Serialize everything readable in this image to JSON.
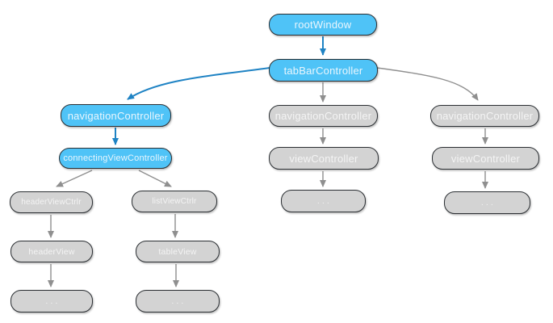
{
  "title": "view controller hierarchy diagram",
  "colors": {
    "background": "#ffffff",
    "node_blue": "#4fc3f7",
    "node_gray": "#d3d3d3",
    "node_border": "#2b2f33",
    "text_on_blue": "#eaf6fd",
    "text_on_gray": "#f4f4f4",
    "arrow_blue": "#1f83c4",
    "arrow_gray": "#8f8f8f"
  },
  "nodes": {
    "root_window": {
      "label": "rootWindow",
      "color": "blue"
    },
    "tab_bar_controller": {
      "label": "tabBarController",
      "color": "blue"
    },
    "navigation_controller_left": {
      "label": "navigationController",
      "color": "blue"
    },
    "navigation_controller_middle": {
      "label": "navigationController",
      "color": "gray"
    },
    "navigation_controller_right": {
      "label": "navigationController",
      "color": "gray"
    },
    "connecting_view_controller": {
      "label": "connectingViewController",
      "color": "blue"
    },
    "view_controller_middle": {
      "label": "viewController",
      "color": "gray"
    },
    "view_controller_right": {
      "label": "viewController",
      "color": "gray"
    },
    "header_view_ctrlr": {
      "label": "headerViewCtrlr",
      "color": "gray"
    },
    "list_view_ctrlr": {
      "label": "listViewCtrlr",
      "color": "gray"
    },
    "dots_middle": {
      "label": ". . .",
      "color": "gray"
    },
    "dots_right": {
      "label": ". . .",
      "color": "gray"
    },
    "header_view": {
      "label": "headerView",
      "color": "gray"
    },
    "table_view": {
      "label": "tableView",
      "color": "gray"
    },
    "dots_header": {
      "label": ". . .",
      "color": "gray"
    },
    "dots_table": {
      "label": ". . .",
      "color": "gray"
    }
  },
  "edges": [
    {
      "from": "rootWindow",
      "to": "tabBarController",
      "color": "blue",
      "style": "straight"
    },
    {
      "from": "tabBarController",
      "to": "navigationController-left",
      "color": "blue",
      "style": "curve"
    },
    {
      "from": "tabBarController",
      "to": "navigationController-middle",
      "color": "gray",
      "style": "straight"
    },
    {
      "from": "tabBarController",
      "to": "navigationController-right",
      "color": "gray",
      "style": "curve"
    },
    {
      "from": "navigationController-left",
      "to": "connectingViewController",
      "color": "blue",
      "style": "straight"
    },
    {
      "from": "navigationController-middle",
      "to": "viewController-middle",
      "color": "gray",
      "style": "straight"
    },
    {
      "from": "navigationController-right",
      "to": "viewController-right",
      "color": "gray",
      "style": "straight"
    },
    {
      "from": "connectingViewController",
      "to": "headerViewCtrlr",
      "color": "gray",
      "style": "diagonal"
    },
    {
      "from": "connectingViewController",
      "to": "listViewCtrlr",
      "color": "gray",
      "style": "diagonal"
    },
    {
      "from": "viewController-middle",
      "to": "dots-middle",
      "color": "gray",
      "style": "straight"
    },
    {
      "from": "viewController-right",
      "to": "dots-right",
      "color": "gray",
      "style": "straight"
    },
    {
      "from": "headerViewCtrlr",
      "to": "headerView",
      "color": "gray",
      "style": "straight"
    },
    {
      "from": "listViewCtrlr",
      "to": "tableView",
      "color": "gray",
      "style": "straight"
    },
    {
      "from": "headerView",
      "to": "dots-header",
      "color": "gray",
      "style": "straight"
    },
    {
      "from": "tableView",
      "to": "dots-table",
      "color": "gray",
      "style": "straight"
    }
  ]
}
